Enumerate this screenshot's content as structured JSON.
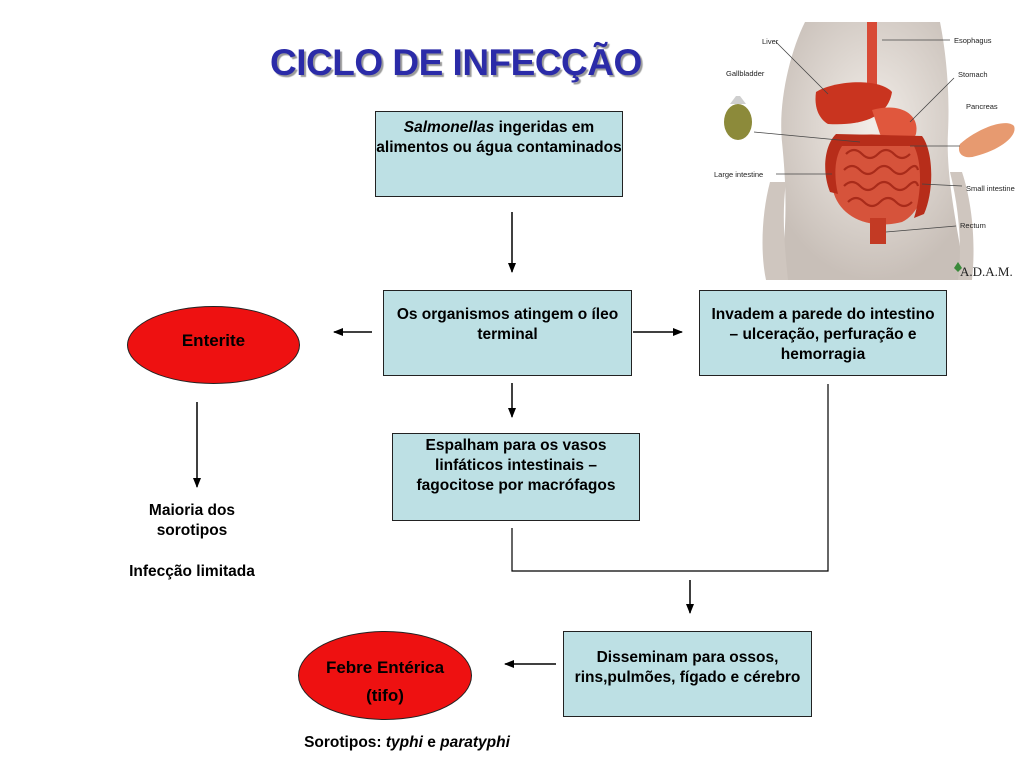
{
  "title": "CICLO DE INFECÇÃO",
  "boxes": {
    "ingestion": {
      "italic": "Salmonellas",
      "text": " ingeridas em alimentos ou água contaminados"
    },
    "ileum": "Os organismos atingem o íleo terminal",
    "invade": "Invadem a parede do intestino – ulceração, perfuração e hemorragia",
    "lymph": "Espalham para os vasos linfáticos intestinais – fagocitose por macrófagos",
    "disseminate": "Disseminam para ossos, rins,pulmões, fígado e cérebro"
  },
  "ellipses": {
    "enteritis": "Enterite",
    "enteric_fever_line1": "Febre Entérica",
    "enteric_fever_line2": "(tifo)"
  },
  "notes": {
    "most_serotypes": "Maioria dos sorotipos",
    "limited_infection": "Infecção limitada",
    "serotypes_prefix": "Sorotipos: ",
    "serotype_typhi": "typhi",
    "serotype_and": " e ",
    "serotype_paratyphi": "paratyphi"
  },
  "anatomy": {
    "labels": {
      "liver": "Liver",
      "esophagus": "Esophagus",
      "gallbladder": "Gallbladder",
      "stomach": "Stomach",
      "pancreas": "Pancreas",
      "large_intestine": "Large intestine",
      "small_intestine": "Small intestine",
      "rectum": "Rectum"
    },
    "logo": "A.D.A.M."
  },
  "colors": {
    "box_fill": "#bde0e4",
    "ellipse_fill": "#ee1111",
    "title": "#2b2ba8"
  }
}
